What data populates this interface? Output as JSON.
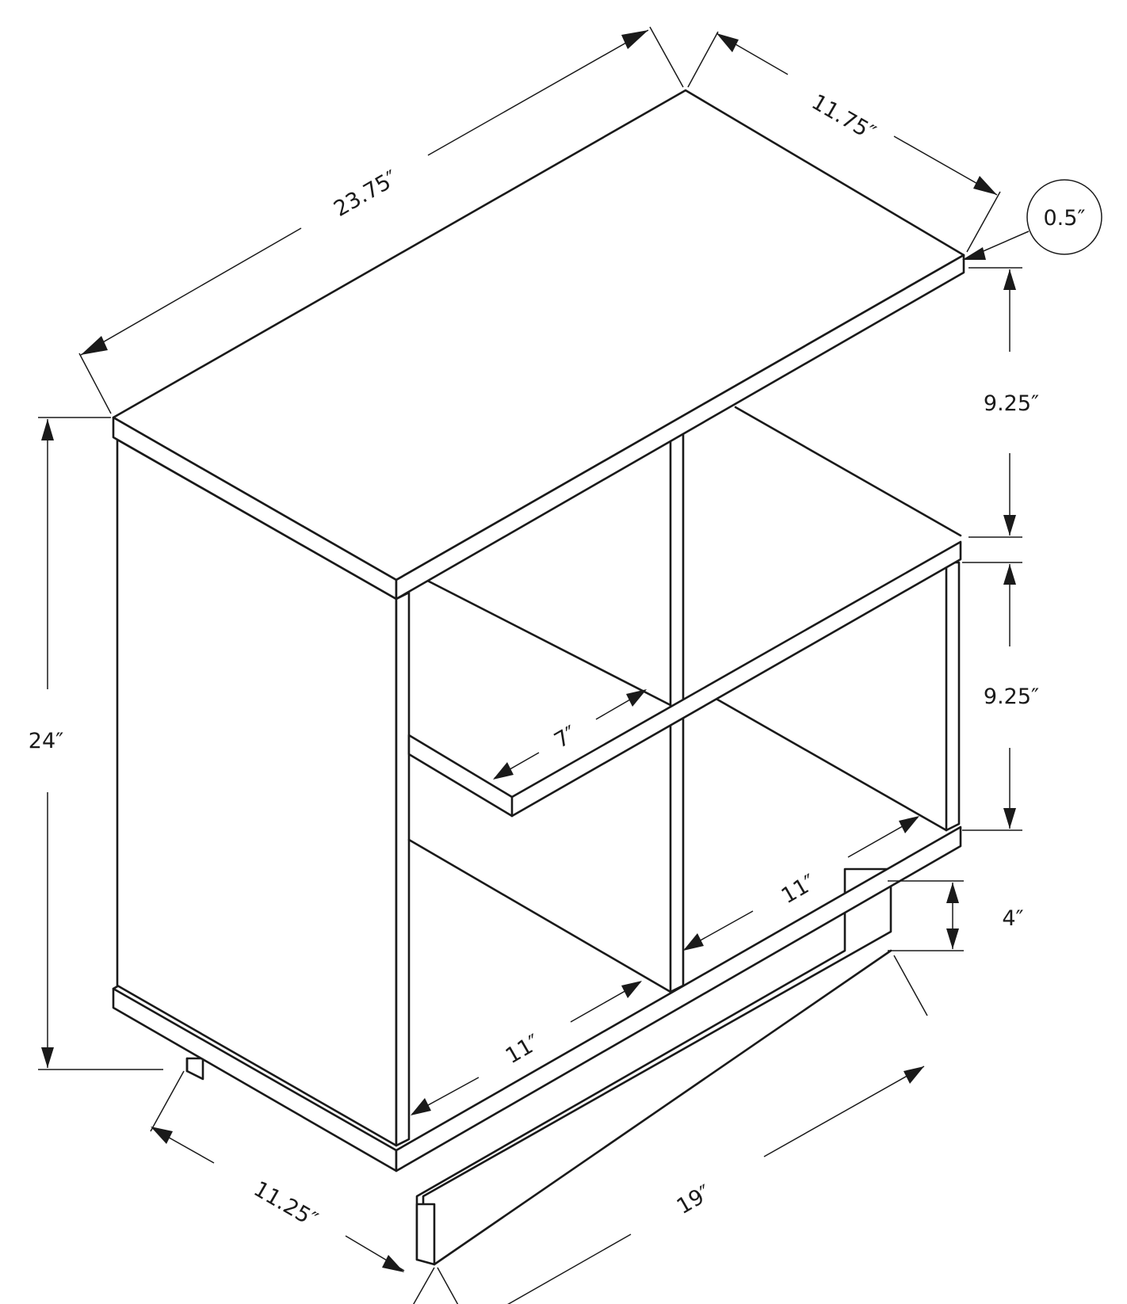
{
  "diagram": {
    "title": "Accent side table with open cubbies — dimension drawing",
    "line_color": "#1a1a1a",
    "background": "#ffffff",
    "dimensions": {
      "overall_width": "23.75″",
      "overall_depth": "11.75″",
      "top_thickness": "0.5″",
      "overall_height": "24″",
      "upper_cubby_height": "9.25″",
      "lower_cubby_height": "9.25″",
      "shelf_depth": "7″",
      "cubby_depth_right": "11″",
      "cubby_depth_left": "11″",
      "base_height": "4″",
      "base_depth": "11.25″",
      "base_width": "19″"
    }
  }
}
